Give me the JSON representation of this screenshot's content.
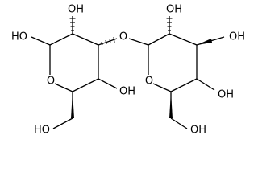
{
  "structure": {
    "labels": {
      "left_ring_oxygen": "O",
      "right_ring_oxygen": "O",
      "glycosidic_oxygen": "O",
      "left_anomeric_hydroxyl": "HO",
      "left_c2_hydroxyl": "OH",
      "left_c4_hydroxyl": "OH",
      "left_ch2oh": "HO",
      "right_c2_hydroxyl": "OH",
      "right_c3_hydroxyl": "OH",
      "right_c4_hydroxyl": "OH",
      "right_ch2oh": "OH"
    },
    "colors": {
      "line": "#000000",
      "background": "#ffffff"
    }
  }
}
